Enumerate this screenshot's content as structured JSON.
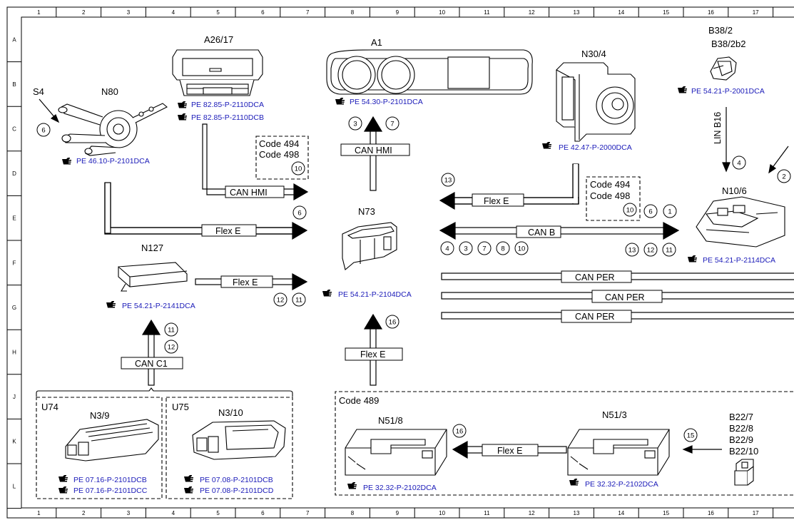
{
  "grid": {
    "columns": [
      "1",
      "2",
      "3",
      "4",
      "5",
      "6",
      "7",
      "8",
      "9",
      "10",
      "11",
      "12",
      "13",
      "14",
      "15",
      "16",
      "17"
    ],
    "rows": [
      "A",
      "B",
      "C",
      "D",
      "E",
      "F",
      "G",
      "H",
      "J",
      "K",
      "L"
    ]
  },
  "components": {
    "s4": "S4",
    "n80": "N80",
    "a26_17": "A26/17",
    "a1": "A1",
    "n30_4": "N30/4",
    "b38_2": "B38/2",
    "b38_2b2": "B38/2b2",
    "n10_6": "N10/6",
    "n73": "N73",
    "n127": "N127",
    "u74": "U74",
    "n3_9": "N3/9",
    "u75": "U75",
    "n3_10": "N3/10",
    "n51_8": "N51/8",
    "n51_3": "N51/3",
    "b22_7": "B22/7",
    "b22_8": "B22/8",
    "b22_9": "B22/9",
    "b22_10": "B22/10"
  },
  "references": {
    "n80": "PE 46.10-P-2101DCA",
    "a26_17_a": "PE 82.85-P-2110DCA",
    "a26_17_b": "PE 82.85-P-2110DCB",
    "a1": "PE 54.30-P-2101DCA",
    "n30_4": "PE 42.47-P-2000DCA",
    "b38_2": "PE 54.21-P-2001DCA",
    "n10_6": "PE 54.21-P-2114DCA",
    "n73": "PE 54.21-P-2104DCA",
    "n127": "PE 54.21-P-2141DCA",
    "n3_9_a": "PE 07.16-P-2101DCB",
    "n3_9_b": "PE 07.16-P-2101DCC",
    "n3_10_a": "PE 07.08-P-2101DCB",
    "n3_10_b": "PE 07.08-P-2101DCD",
    "n51_8": "PE 32.32-P-2102DCA",
    "n51_3": "PE 32.32-P-2102DCA"
  },
  "buses": {
    "can_hmi_top": "CAN HMI",
    "can_hmi_left": "CAN HMI",
    "flex_e_n80": "Flex E",
    "flex_e_n127": "Flex E",
    "flex_e_n30": "Flex E",
    "can_b": "CAN B",
    "can_per_1": "CAN PER",
    "can_per_2": "CAN PER",
    "can_per_3": "CAN PER",
    "can_c1": "CAN C1",
    "flex_e_n73": "Flex E",
    "flex_e_n51": "Flex E",
    "lin_b16": "LIN B16"
  },
  "codes": {
    "box1_line1": "Code 494",
    "box1_line2": "Code 498",
    "box2_line1": "Code 494",
    "box2_line2": "Code 498",
    "code489": "Code 489"
  },
  "markers": {
    "s4": "6",
    "a1_left": "3",
    "a1_right": "7",
    "code_box1": "10",
    "n80_flex": "6",
    "n30_flex": "13",
    "code_box2": "10",
    "n10_a": "6",
    "n10_b": "1",
    "canb_l1": "4",
    "canb_l2": "3",
    "canb_l3": "7",
    "canb_l4": "8",
    "canb_l5": "10",
    "canb_r1": "13",
    "canb_r2": "12",
    "canb_r3": "11",
    "n127_a": "12",
    "n127_b": "11",
    "canc1_a": "11",
    "canc1_b": "12",
    "n73_flex": "16",
    "b38_lin": "4",
    "edge": "2",
    "n51_8": "16",
    "b22": "15"
  }
}
